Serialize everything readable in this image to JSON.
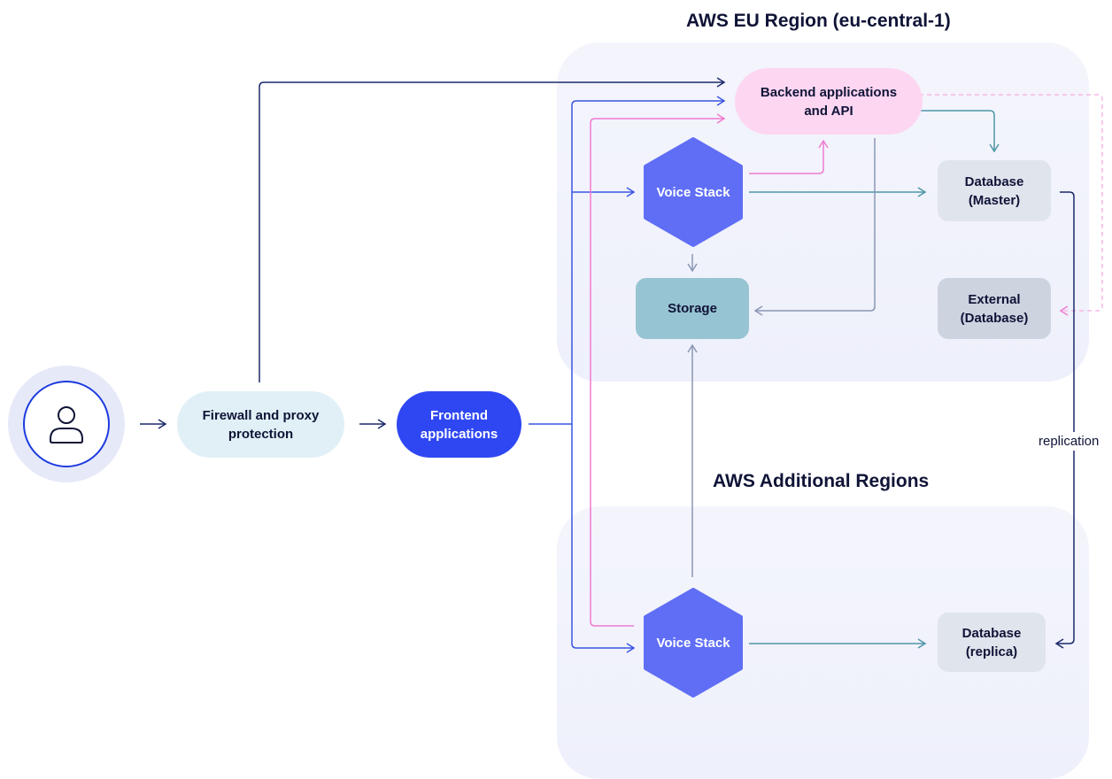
{
  "regions": {
    "eu": {
      "title": "AWS EU Region (eu-central-1)"
    },
    "additional": {
      "title": "AWS Additional Regions"
    }
  },
  "nodes": {
    "user": {
      "icon": "user-icon"
    },
    "firewall": {
      "line1": "Firewall and proxy",
      "line2": "protection"
    },
    "frontend": {
      "line1": "Frontend",
      "line2": "applications"
    },
    "backend": {
      "line1": "Backend applications",
      "line2": "and API"
    },
    "voice_eu": {
      "label": "Voice Stack"
    },
    "voice_additional": {
      "label": "Voice Stack"
    },
    "storage": {
      "label": "Storage"
    },
    "db_master": {
      "line1": "Database",
      "line2": "(Master)"
    },
    "db_external": {
      "line1": "External",
      "line2": "(Database)"
    },
    "db_replica": {
      "line1": "Database",
      "line2": "(replica)"
    }
  },
  "edges": {
    "replication_label": "replication"
  },
  "colors": {
    "navy": "#1b2a6b",
    "blue": "#3a55e0",
    "pink": "#f07bd2",
    "teal": "#4f97a8",
    "gray": "#8a97b5",
    "hex_fill": "#5f6ef5"
  }
}
